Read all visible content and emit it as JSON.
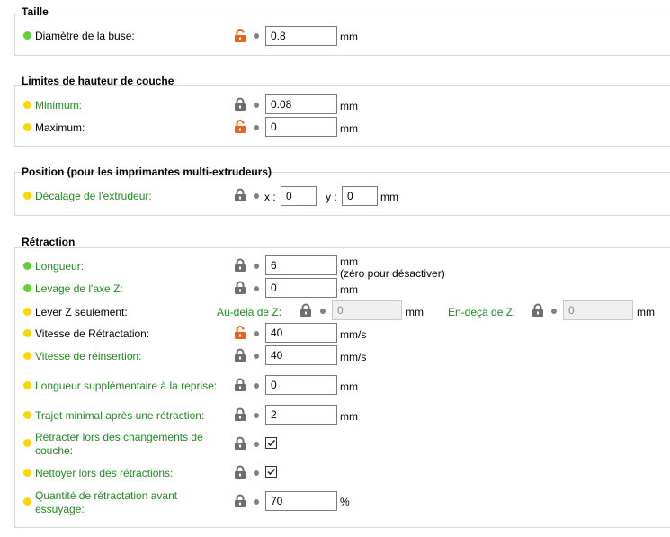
{
  "sections": {
    "size": {
      "title": "Taille"
    },
    "layer_limits": {
      "title": "Limites de hauteur de couche"
    },
    "position": {
      "title": "Position (pour les imprimantes multi-extrudeurs)"
    },
    "retraction": {
      "title": "Rétraction"
    }
  },
  "fields": {
    "nozzle_diameter": {
      "label": "Diamètre de la buse:",
      "value": "0.8",
      "unit": "mm"
    },
    "min_layer": {
      "label": "Minimum:",
      "value": "0.08",
      "unit": "mm"
    },
    "max_layer": {
      "label": "Maximum:",
      "value": "0",
      "unit": "mm"
    },
    "extruder_offset": {
      "label": "Décalage de l'extrudeur:",
      "x_label": "x :",
      "x_value": "0",
      "y_label": "y :",
      "y_value": "0",
      "unit": "mm"
    },
    "length": {
      "label": "Longueur:",
      "value": "6",
      "unit": "mm",
      "hint": "(zéro pour désactiver)"
    },
    "lift_z": {
      "label": "Levage de l'axe Z:",
      "value": "0",
      "unit": "mm"
    },
    "only_lift_z": {
      "label": "Lever Z seulement:",
      "above_label": "Au-delà de Z:",
      "above_value": "0",
      "above_unit": "mm",
      "below_label": "En-deçà de Z:",
      "below_value": "0",
      "below_unit": "mm"
    },
    "retract_speed": {
      "label": "Vitesse de Rétractation:",
      "value": "40",
      "unit": "mm/s"
    },
    "deretract_speed": {
      "label": "Vitesse de réinsertion:",
      "value": "40",
      "unit": "mm/s"
    },
    "restart_extra": {
      "label": "Longueur supplémentaire à la reprise:",
      "value": "0",
      "unit": "mm"
    },
    "min_travel": {
      "label": "Trajet minimal après une rétraction:",
      "value": "2",
      "unit": "mm"
    },
    "retract_layer_change": {
      "label": "Rétracter lors des changements de couche:",
      "checked": true
    },
    "wipe": {
      "label": "Nettoyer lors des rétractions:",
      "checked": true
    },
    "retract_before_wipe": {
      "label": "Quantité de rétractation avant essuyage:",
      "value": "70",
      "unit": "%"
    }
  },
  "colors": {
    "green_dot": "#5fd232",
    "yellow_dot": "#ffd700",
    "modified_label": "#228b22",
    "unlocked": "#e8641e",
    "locked": "#808080"
  }
}
